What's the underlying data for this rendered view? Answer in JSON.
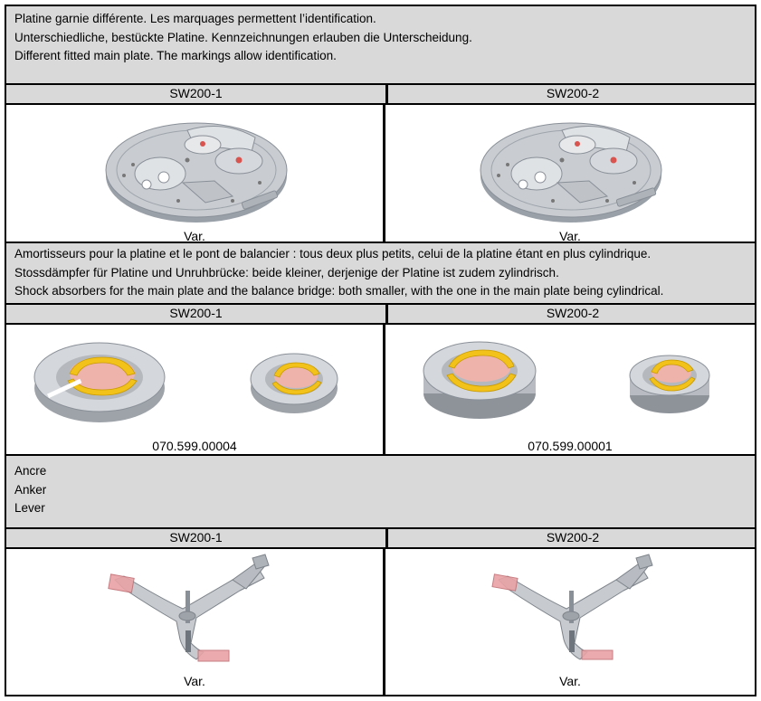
{
  "sections": [
    {
      "description": [
        "Platine garnie différente. Les marquages permettent l’identification.",
        "Unterschiedliche, bestückte Platine. Kennzeichnungen erlauben die Unterscheidung.",
        "Different fitted main plate. The markings allow identification."
      ],
      "left_header": "SW200-1",
      "right_header": "SW200-2",
      "left_caption": "Var.",
      "right_caption": "Var."
    },
    {
      "description": [
        "Amortisseurs pour la platine et le pont de balancier : tous deux plus petits, celui de la platine étant en plus cylindrique.",
        "Stossdämpfer für Platine und Unruhbrücke: beide kleiner, derjenige der Platine ist zudem zylindrisch.",
        "Shock absorbers for the main plate and the balance bridge: both smaller, with the one in the main plate being cylindrical."
      ],
      "left_header": "SW200-1",
      "right_header": "SW200-2",
      "left_caption": "070.599.00004",
      "right_caption": "070.599.00001"
    },
    {
      "description": [
        "Ancre",
        "Anker",
        "Lever"
      ],
      "left_header": "SW200-1",
      "right_header": "SW200-2",
      "left_caption": "Var.",
      "right_caption": "Var."
    }
  ],
  "colors": {
    "header_bg": "#d9d9d9",
    "metal": "#b8bcc2",
    "jewel": "#d9534f",
    "spring": "#f2c21a",
    "pallet": "#e9a3a6"
  },
  "icons": [
    "main-plate-illustration",
    "shock-absorber-illustration",
    "pallet-lever-illustration"
  ]
}
